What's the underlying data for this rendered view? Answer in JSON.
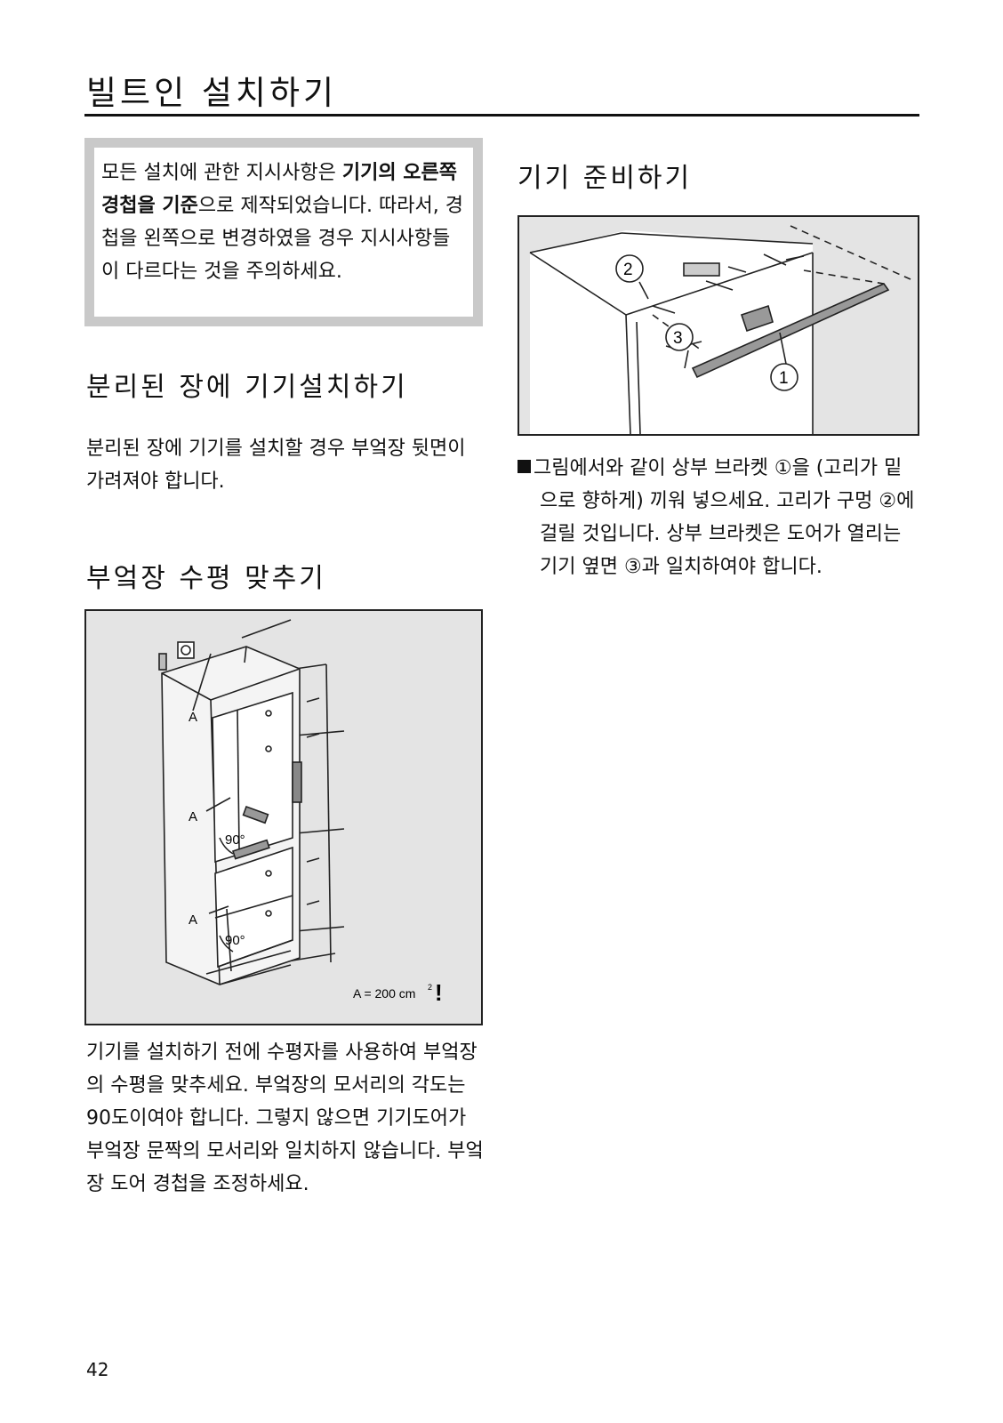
{
  "page": {
    "title": "빌트인 설치하기",
    "page_number": "42"
  },
  "notice": {
    "part1": "모든 설치에 관한 지시사항은 ",
    "bold": "기기의 오른쪽 경첩을 기준",
    "part2": "으로 제작되었습니다. 따라서, 경첩을 왼쪽으로 변경하였을 경우 지시사항들이 다르다는 것을 주의하세요."
  },
  "separate_cabinet": {
    "heading": "분리된 장에 기기설치하기",
    "text": "분리된 장에 기기를 설치할 경우 부엌장 뒷면이 가려져야 합니다."
  },
  "leveling": {
    "heading": "부엌장 수평 맞추기",
    "text": "기기를 설치하기 전에 수평자를 사용하여 부엌장의 수평을 맞추세요. 부엌장의 모서리의 각도는 90도이여야 합니다. 그렇지 않으면 기기도어가 부엌장 문짝의 모서리와 일치하지 않습니다. 부엌장 도어 경첩을 조정하세요."
  },
  "figure_left": {
    "label_a1": "A",
    "label_a2": "A",
    "label_a3": "A",
    "angle1": "90°",
    "angle2": "90°",
    "area_label": "A = 200 cm",
    "area_sup": "2",
    "exclaim": "!"
  },
  "prepare": {
    "heading": "기기 준비하기",
    "callout1": "1",
    "callout2": "2",
    "callout3": "3",
    "text": "그림에서와 같이 상부 브라켓 ①을 (고리가 밑으로 향하게) 끼워 넣으세요. 고리가 구멍 ②에 걸릴 것입니다. 상부 브라켓은 도어가 열리는 기기 옆면 ③과 일치하여야 합니다."
  }
}
